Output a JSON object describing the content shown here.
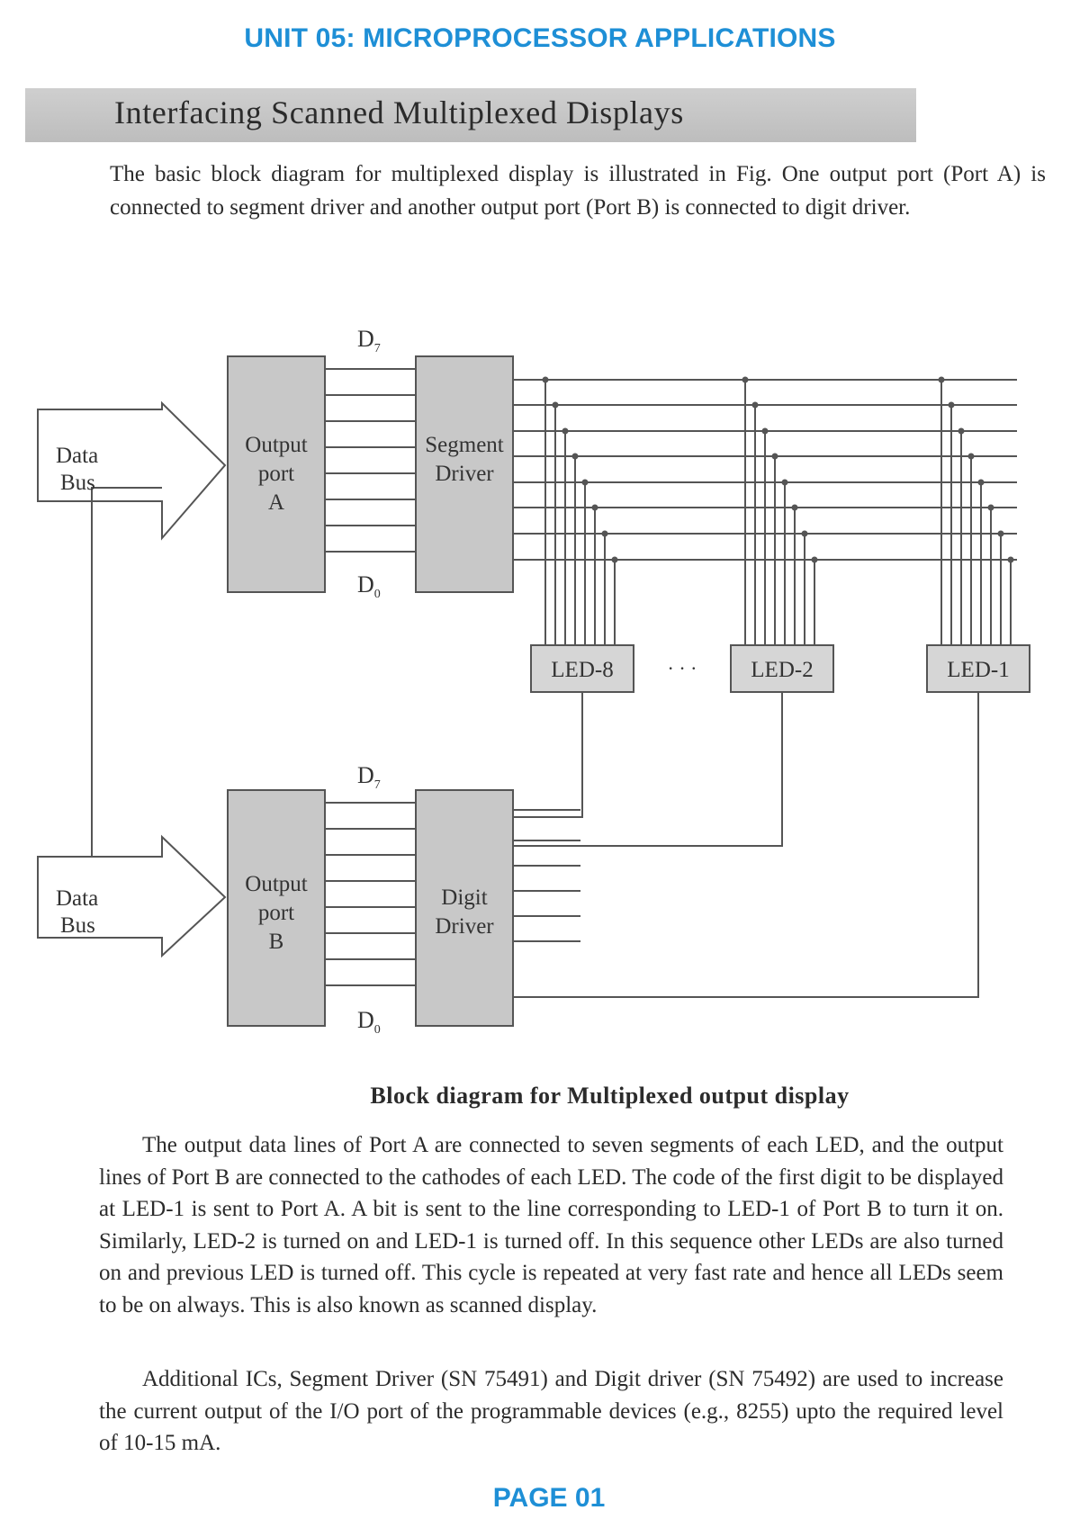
{
  "header": {
    "unit_title": "UNIT 05: MICROPROCESSOR APPLICATIONS"
  },
  "section": {
    "title": "Interfacing Scanned Multiplexed Displays"
  },
  "intro_paragraph": "The basic block diagram for multiplexed display is illustrated in Fig. One output port (Port A) is connected to segment driver and another output port (Port B) is connected to digit driver.",
  "diagram": {
    "data_bus_top": [
      "Data",
      "Bus"
    ],
    "data_bus_bottom": [
      "Data",
      "Bus"
    ],
    "port_a": [
      "Output",
      "port",
      "A"
    ],
    "port_b": [
      "Output",
      "port",
      "B"
    ],
    "segment_driver": [
      "Segment",
      "Driver"
    ],
    "digit_driver": [
      "Digit",
      "Driver"
    ],
    "d7_label": "D",
    "d7_sub": "7",
    "d0_label": "D",
    "d0_sub": "0",
    "led_labels": [
      "LED-8",
      "LED-2",
      "LED-1"
    ],
    "ellipsis": "· · ·"
  },
  "caption": "Block diagram for Multiplexed output display",
  "body_paragraphs": [
    "The output data lines of Port A are connected to seven segments of each LED, and the output lines of Port B are connected to the cathodes of each LED. The code of the first digit to be displayed at LED-1 is sent to Port A. A bit is sent to the line corresponding to LED-1 of Port B to turn it on. Similarly, LED-2 is turned on and LED-1 is turned off. In this sequence other LEDs are also turned on and previous LED is turned off. This cycle is repeated at very fast rate and hence all LEDs seem to be on always. This is also known as scanned display.",
    "Additional ICs, Segment Driver (SN 75491) and Digit driver (SN 75492) are used to increase the current output of the I/O port of the programmable devices (e.g., 8255) upto the required level of 10-15 mA."
  ],
  "footer": {
    "page_label": "PAGE 01"
  }
}
